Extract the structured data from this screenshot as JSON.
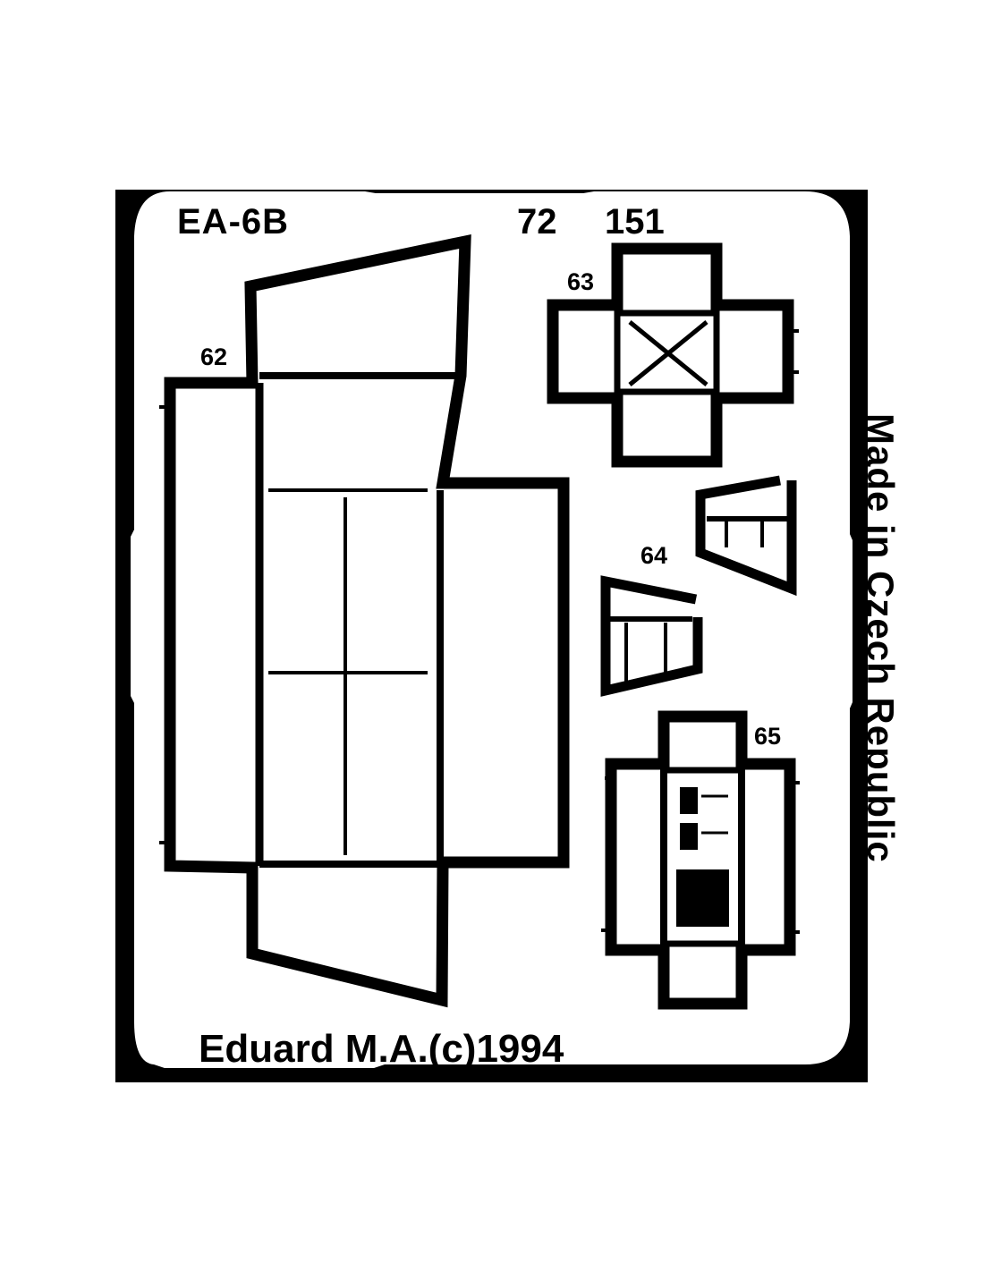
{
  "fret": {
    "aircraft": "EA-6B",
    "scale": "72",
    "kit_number": "151",
    "manufacturer": "Eduard M.A.(c)1994",
    "origin": "Made in Czech Republic",
    "colors": {
      "metal": "#000000",
      "background": "#ffffff"
    }
  },
  "parts": [
    {
      "number": "62"
    },
    {
      "number": "63"
    },
    {
      "number": "64"
    },
    {
      "number": "65"
    }
  ]
}
